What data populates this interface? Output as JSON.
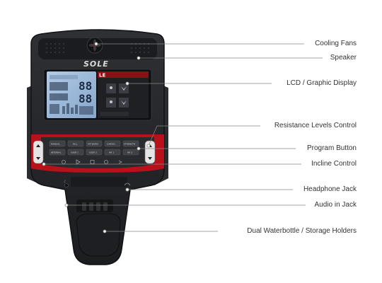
{
  "callouts": [
    {
      "label": "Cooling Fans"
    },
    {
      "label": "Speaker"
    },
    {
      "label": "LCD / Graphic Display"
    },
    {
      "label": "Resistance Levels Control"
    },
    {
      "label": "Program Button"
    },
    {
      "label": "Incline Control"
    },
    {
      "label": "Headphone Jack"
    },
    {
      "label": "Audio in Jack"
    },
    {
      "label": "Dual Waterbottle / Storage Holders"
    }
  ],
  "console": {
    "brand_logo": "SOLE",
    "screen_logo": "LE",
    "lcd_readout_1": "88",
    "lcd_readout_2": "88",
    "program_buttons_row1": [
      "MANUAL",
      "HILL",
      "FAT BURN",
      "CARDIO",
      "STRENGTH"
    ],
    "program_buttons_row2": [
      "INTERVAL",
      "USER 1",
      "USER 2",
      "HR 1",
      "HR 2"
    ]
  },
  "colors": {
    "console_body": "#26282c",
    "console_shell": "#141517",
    "accent_red": "#c8141c",
    "lcd_blue": "#9bb8d8",
    "callout_line": "#888888"
  }
}
